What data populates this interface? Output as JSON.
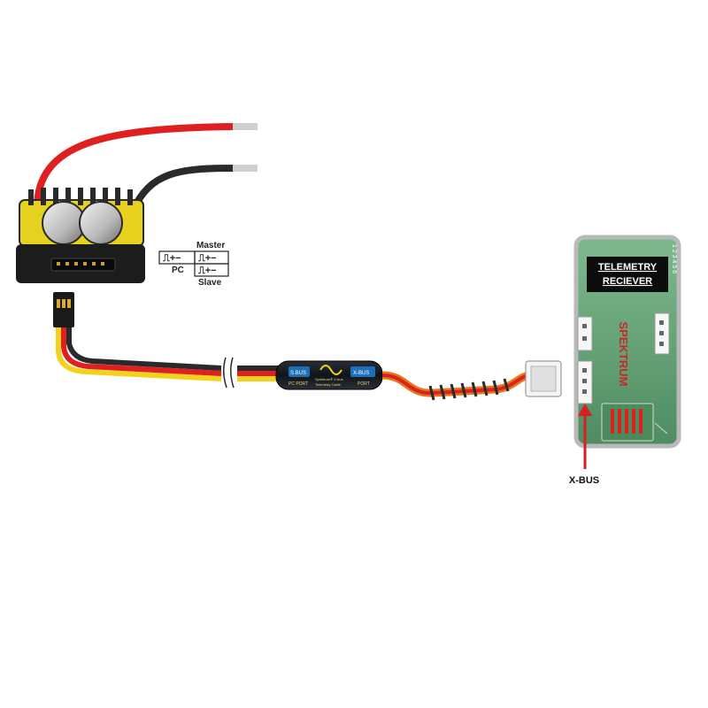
{
  "esc": {
    "label_master": "Master",
    "label_pc": "PC",
    "label_slave": "Slave",
    "port_symbol": "⎍+−"
  },
  "adapter": {
    "left_tag_top": "S.BUS",
    "left_tag_bottom": "PC PORT",
    "right_tag_top": "X-BUS",
    "right_tag_bottom": "PORT",
    "center_line1": "Spektrum® X-bus",
    "center_line2": "Telemetry Cable"
  },
  "receiver": {
    "title_line1": "TELEMETRY",
    "title_line2": "RECIEVER",
    "brand": "SPEKTRUM",
    "channel_numbers": "1 2 3 4 5 6",
    "port_label": "X-BUS"
  },
  "colors": {
    "wire_red": "#e02020",
    "wire_black": "#2a2a2a",
    "wire_yellow": "#f2d21a",
    "wire_orange": "#e07a1a",
    "heatsink_yellow": "#e6d21e",
    "board_green": "#5c9a6e",
    "arrow_red": "#d81e1e"
  }
}
